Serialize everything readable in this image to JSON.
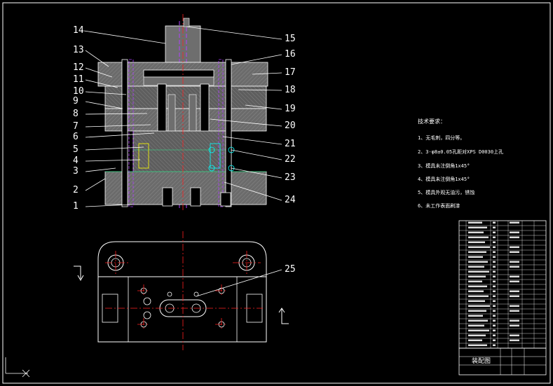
{
  "part_labels": [
    "14",
    "13",
    "12",
    "11",
    "10",
    "9",
    "8",
    "7",
    "6",
    "5",
    "4",
    "3",
    "2",
    "1",
    "15",
    "16",
    "17",
    "18",
    "19",
    "20",
    "21",
    "22",
    "23",
    "24",
    "25"
  ],
  "notes": {
    "title": "技术要求：",
    "items": [
      "1、无毛刺，四分等。",
      "2、3-φ8±0.05孔距对XPS D0030上孔",
      "3、模具未注倒角1x45°",
      "4、模具未注倒角1x45°",
      "5、模具外观无油污，锈蚀",
      "6、未工作表面刷漆"
    ]
  },
  "title_block": {
    "drawing_name": "装配图"
  },
  "colors": {
    "background": "#000000",
    "line": "#ffffff",
    "centerline": "#ff2020",
    "hidden": "#b040ff",
    "section": "#3fbf7f",
    "fill": "#6e6e6e",
    "highlight": "#00ffff",
    "yellow": "#ffff00"
  }
}
